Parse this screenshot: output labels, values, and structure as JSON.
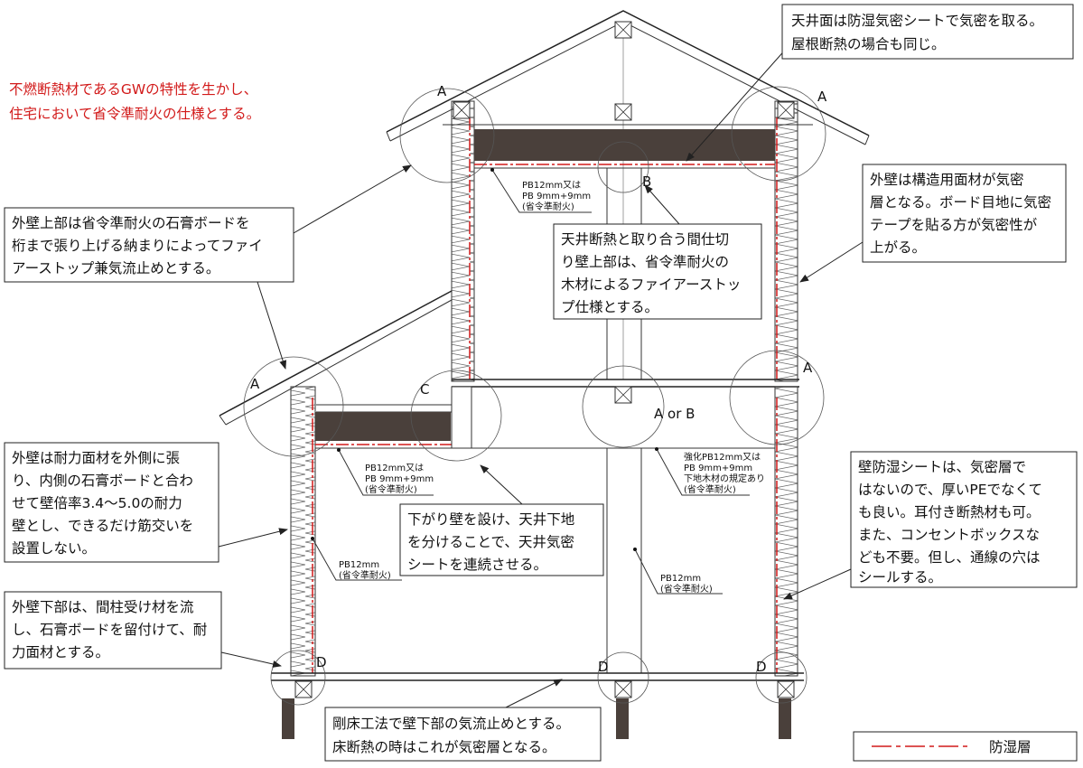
{
  "intro": {
    "lines": [
      "不燃断熱材であるGWの特性を生かし、",
      "住宅において省令準耐火の仕様とする。"
    ],
    "color": "#d21a1a"
  },
  "callouts": {
    "ceiling": {
      "lines": [
        "天井面は防湿気密シートで気密を取る。",
        "屋根断熱の場合も同じ。"
      ]
    },
    "upper_wall": {
      "lines": [
        "外壁上部は省令準耐火の石膏ボードを",
        "桁まで張り上げる納まりによってファイ",
        "アーストップ兼気流止めとする。"
      ]
    },
    "exterior_airtight": {
      "lines": [
        "外壁は構造用面材が気密",
        "層となる。ボード目地に気密",
        "テープを貼る方が気密性が",
        "上がる。"
      ]
    },
    "partition_top": {
      "lines": [
        "天井断熱と取り合う間仕切",
        "り壁上部は、省令準耐火の",
        "木材によるファイアーストッ",
        "プ仕様とする。"
      ]
    },
    "bearing_wall": {
      "lines": [
        "外壁は耐力面材を外側に張",
        "り、内側の石膏ボードと合わ",
        "せて壁倍率3.4〜5.0の耐力",
        "壁とし、できるだけ筋交いを",
        "設置しない。"
      ]
    },
    "drop_wall": {
      "lines": [
        "下がり壁を設け、天井下地",
        "を分けることで、天井気密",
        "シートを連続させる。"
      ]
    },
    "vapor_sheet": {
      "lines": [
        "壁防湿シートは、気密層で",
        "はないので、厚いPEでなくて",
        "も良い。耳付き断熱材も可。",
        "また、コンセントボックスな",
        "ども不要。但し、通線の穴は",
        "シールする。"
      ]
    },
    "lower_wall": {
      "lines": [
        "外壁下部は、間柱受け材を流",
        "し、石膏ボードを留付けて、耐",
        "力面材とする。"
      ]
    },
    "rigid_floor": {
      "lines": [
        "剛床工法で壁下部の気流止めとする。",
        "床断熱の時はこれが気密層となる。"
      ]
    }
  },
  "spec_labels": {
    "upper_ceiling": [
      "PB12mm又は",
      "PB 9mm+9mm",
      "(省令準耐火)"
    ],
    "lower_ceiling": [
      "PB12mm又は",
      "PB 9mm+9mm",
      "(省令準耐火)"
    ],
    "reinforced": [
      "強化PB12mm又は",
      "PB 9mm+9mm",
      "下地木材の規定あり",
      "(省令準耐火)"
    ],
    "wall_left": [
      "PB12mm",
      "(省令準耐火)"
    ],
    "wall_center": [
      "PB12mm",
      "(省令準耐火)"
    ]
  },
  "detail_marks": {
    "a_top_left": "A",
    "a_top_right": "A",
    "b_top": "B",
    "a_mid_left": "A",
    "c_mid": "C",
    "a_mid_right": "A",
    "a_or_b": "A or B",
    "d_left": "D",
    "d_center": "D",
    "d_right": "D"
  },
  "legend": {
    "label": "防湿層",
    "line_color": "#d21a1a"
  }
}
